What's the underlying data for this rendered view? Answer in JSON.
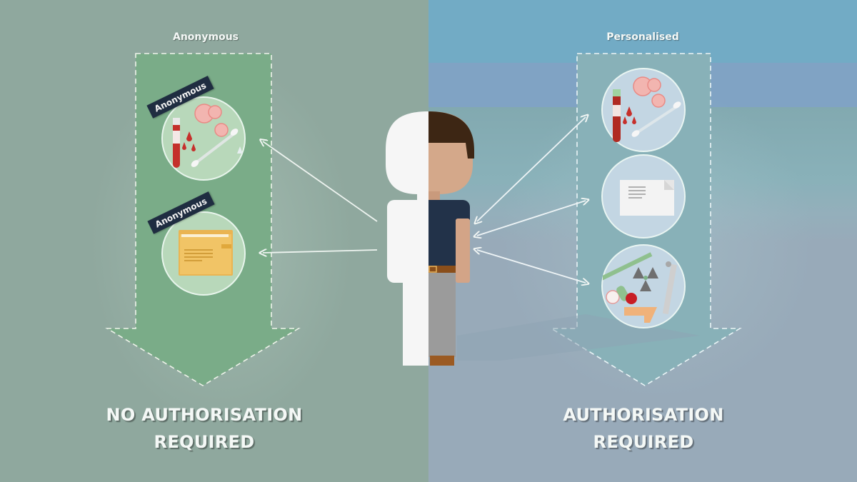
{
  "left": {
    "title": "Anonymous",
    "items": [
      {
        "tag": "Anonymous",
        "icon": "blood-sample-icon"
      },
      {
        "tag": "Anonymous",
        "icon": "folder-icon"
      }
    ],
    "verdict_line1": "NO AUTHORISATION",
    "verdict_line2": "REQUIRED",
    "colors": {
      "background": "#8fa89e",
      "arrow_fill": "#7aac88",
      "circle": "#b8d8ba"
    }
  },
  "right": {
    "title": "Personalised",
    "items": [
      {
        "icon": "blood-sample-icon"
      },
      {
        "icon": "document-envelope-icon"
      },
      {
        "icon": "medical-imaging-tools-icon"
      }
    ],
    "verdict_line1": "AUTHORISATION",
    "verdict_line2": "REQUIRED",
    "colors": {
      "background": "#98aab9",
      "arrow_fill": "#88b1b8",
      "circle": "#c3d6e3"
    }
  },
  "figure": {
    "left_half": "anonymous-silhouette",
    "right_half": "identified-person",
    "colors": {
      "hair": "#3d2614",
      "skin": "#d4a88a",
      "shirt": "#223249",
      "pants": "#9b9b9b",
      "belt": "#8a4e1a",
      "shoe": "#9b5a22",
      "silhouette": "#f6f6f6"
    }
  }
}
